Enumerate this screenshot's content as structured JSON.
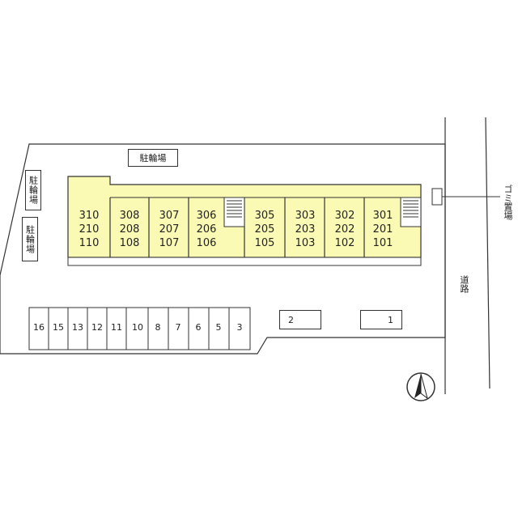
{
  "labels": {
    "bicycle_parking": "駐輪場",
    "garbage": "ゴミ置場",
    "road": "道路"
  },
  "units": [
    {
      "top": "310",
      "mid": "210",
      "bot": "110"
    },
    {
      "top": "308",
      "mid": "208",
      "bot": "108"
    },
    {
      "top": "307",
      "mid": "207",
      "bot": "107"
    },
    {
      "top": "306",
      "mid": "206",
      "bot": "106"
    },
    {
      "top": "305",
      "mid": "205",
      "bot": "105"
    },
    {
      "top": "303",
      "mid": "203",
      "bot": "103"
    },
    {
      "top": "302",
      "mid": "202",
      "bot": "102"
    },
    {
      "top": "301",
      "mid": "201",
      "bot": "101"
    }
  ],
  "parking_row": [
    "16",
    "15",
    "13",
    "12",
    "11",
    "10",
    "8",
    "7",
    "6",
    "5",
    "3"
  ],
  "parking_single": [
    "2",
    "1"
  ],
  "colors": {
    "building": "#fafab4",
    "stroke": "#333333"
  },
  "north_arrow": "north-arrow-icon"
}
